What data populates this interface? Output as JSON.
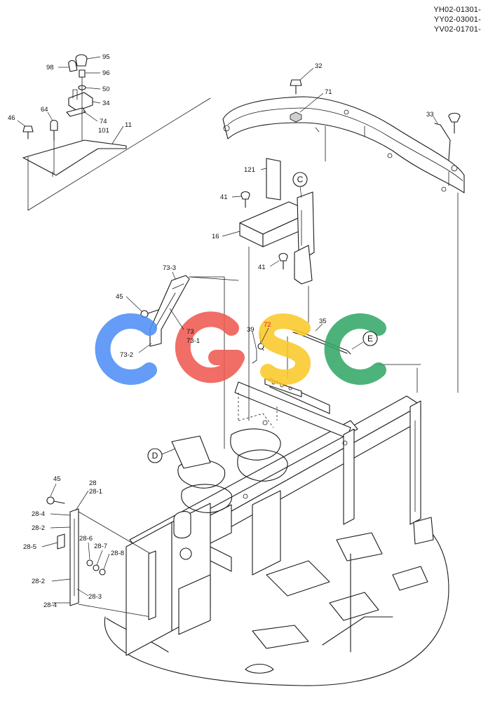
{
  "serials": [
    "YH02-01301-",
    "YY02-03001-",
    "YV02-01701-"
  ],
  "watermark": {
    "letters": [
      "C",
      "G",
      "S",
      "C"
    ],
    "colors": [
      "#4f8ff7",
      "#ef5b52",
      "#fbc92a",
      "#34a868"
    ]
  },
  "callouts": {
    "C": "C",
    "D": "D",
    "E": "E"
  },
  "part_numbers": {
    "p95": "95",
    "p98": "98",
    "p96": "96",
    "p50": "50",
    "p34": "34",
    "p74": "74",
    "p101": "101",
    "p11": "11",
    "p46": "46",
    "p64": "64",
    "p32": "32",
    "p71": "71",
    "p33": "33",
    "p121": "121",
    "p41a": "41",
    "p16": "16",
    "p41b": "41",
    "p73_3": "73-3",
    "p45a": "45",
    "p73": "73",
    "p73_1": "73-1",
    "p73_2": "73-2",
    "p39": "39",
    "p72": "72",
    "p35": "35",
    "p45b": "45",
    "p28": "28",
    "p28_1": "28-1",
    "p28_4a": "28-4",
    "p28_2a": "28-2",
    "p28_5": "28-5",
    "p28_6": "28-6",
    "p28_7": "28-7",
    "p28_8": "28-8",
    "p28_2b": "28-2",
    "p28_3": "28-3",
    "p28_4b": "28-4"
  },
  "highlight_color": "#e31b23"
}
